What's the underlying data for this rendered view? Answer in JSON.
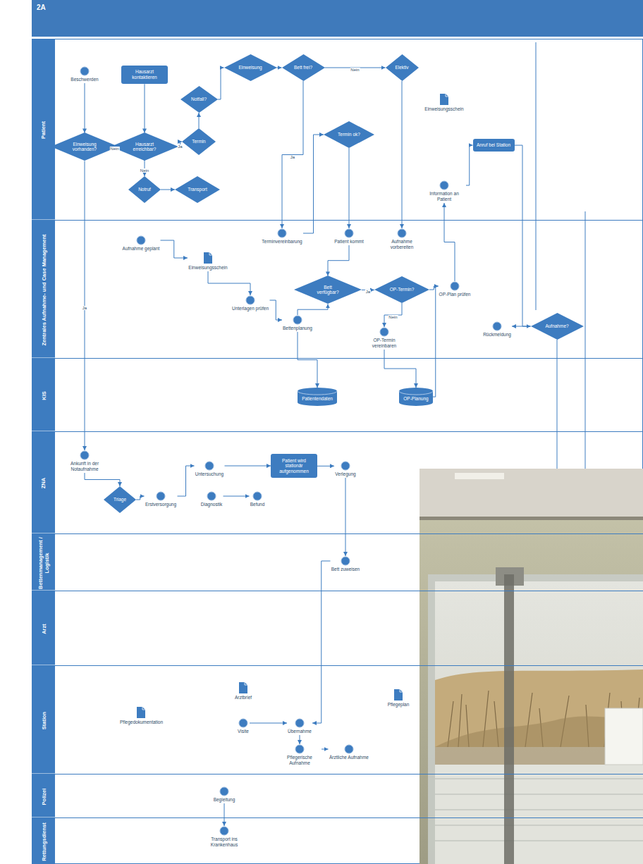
{
  "diagram": {
    "title": "2A",
    "nodes": [
      {
        "text": [
          "Patient"
        ]
      },
      {
        "text": [
          "Beschwerden"
        ],
        "in": 0
      },
      {
        "text": [
          "Einweisung vorhanden?"
        ],
        "in": 0
      },
      {
        "text": [
          "Hausarzt kontaktieren"
        ],
        "in": 0
      },
      {
        "text": [
          "Hausarzt erreichbar?"
        ],
        "in": 0
      },
      {
        "text": [
          "Notfall?"
        ],
        "in": 0
      },
      {
        "text": [
          "Termin"
        ],
        "in": 0
      },
      {
        "text": [
          "Notruf"
        ],
        "in": 0
      },
      {
        "text": [
          "Transport"
        ],
        "in": 0
      },
      {
        "text": [
          "Einweisung"
        ],
        "in": 0
      },
      {
        "text": [
          "Bett frei?"
        ],
        "in": 0
      },
      {
        "text": [
          "Termin ok?"
        ],
        "in": 0
      },
      {
        "text": [
          "Elektiv"
        ],
        "in": 0
      },
      {
        "text": [
          "Einweisungsschein"
        ],
        "in": 0
      },
      {
        "text": [
          "Anruf bei Station"
        ],
        "in": 0
      },
      {
        "text": [
          "Information an Patient"
        ],
        "in": 0
      },
      {
        "text": [
          "Zentrales Aufnahme- und Case Management"
        ]
      },
      {
        "text": [
          "Aufnahme geplant"
        ],
        "in": 16
      },
      {
        "text": [
          "Einweisungsschein"
        ],
        "in": 16
      },
      {
        "text": [
          "Unterlagen prüfen"
        ],
        "in": 16
      },
      {
        "text": [
          "Terminvereinbarung"
        ],
        "in": 16
      },
      {
        "text": [
          "Patient kommt"
        ],
        "in": 16
      },
      {
        "text": [
          "Aufnahme vorbereiten"
        ],
        "in": 16
      },
      {
        "text": [
          "Bett verfügbar?"
        ],
        "in": 16
      },
      {
        "text": [
          "OP-Termin?"
        ],
        "in": 16
      },
      {
        "text": [
          "Bettenplanung"
        ],
        "in": 16
      },
      {
        "text": [
          "OP-Termin vereinbaren"
        ],
        "in": 16
      },
      {
        "text": [
          "OP-Plan prüfen"
        ],
        "in": 16
      },
      {
        "text": [
          "Rückmeldung"
        ],
        "in": 16
      },
      {
        "text": [
          "Aufnahme?"
        ],
        "in": 16
      },
      {
        "text": [
          "KIS"
        ]
      },
      {
        "text": [
          "Patientendaten"
        ],
        "in": 30
      },
      {
        "text": [
          "OP-Planung"
        ],
        "in": 30
      },
      {
        "text": [
          "ZNA"
        ]
      },
      {
        "text": [
          "Ankunft in der Notaufnahme"
        ],
        "in": 33
      },
      {
        "text": [
          "Triage"
        ],
        "in": 33
      },
      {
        "text": [
          "Erstversorgung"
        ],
        "in": 33
      },
      {
        "text": [
          "Untersuchung"
        ],
        "in": 33
      },
      {
        "text": [
          "Diagnostik"
        ],
        "in": 33
      },
      {
        "text": [
          "Befund"
        ],
        "in": 33
      },
      {
        "text": [
          "Patient wird stationär aufgenommen"
        ],
        "in": 33
      },
      {
        "text": [
          "Verlegung"
        ],
        "in": 33
      },
      {
        "text": [
          "Bettenmanagement / Logistik"
        ]
      },
      {
        "text": [
          "Bett zuweisen"
        ],
        "in": 42
      },
      {
        "text": [
          "Arzt"
        ]
      },
      {
        "text": [
          "Station"
        ]
      },
      {
        "text": [
          "Pflegedokumentation"
        ],
        "in": 45
      },
      {
        "text": [
          "Arztbrief"
        ],
        "in": 45
      },
      {
        "text": [
          "Visite"
        ],
        "in": 45
      },
      {
        "text": [
          "Übernahme"
        ],
        "in": 45
      },
      {
        "text": [
          "Pflegerische Aufnahme"
        ],
        "in": 45
      },
      {
        "text": [
          "Ärztliche Aufnahme"
        ],
        "in": 45
      },
      {
        "text": [
          "Pflegeplan"
        ],
        "in": 45
      },
      {
        "text": [
          "Polizei"
        ]
      },
      {
        "text": [
          "Begleitung"
        ],
        "in": 53
      },
      {
        "text": [
          "Rettungsdienst"
        ]
      },
      {
        "text": [
          "Transport ins Krankenhaus"
        ],
        "in": 55
      }
    ],
    "edges": [
      {
        "from": 1,
        "to": 2,
        "arrow": "to"
      },
      {
        "from": 2,
        "to": 4,
        "label": "Nein",
        "arrow": "to"
      },
      {
        "from": 2,
        "to": 34,
        "label": "Ja",
        "arrow": "to"
      },
      {
        "from": 3,
        "to": 4,
        "arrow": "to"
      },
      {
        "from": 4,
        "to": 6,
        "label": "Ja",
        "arrow": "to"
      },
      {
        "from": 4,
        "to": 7,
        "label": "Nein",
        "arrow": "to"
      },
      {
        "from": 6,
        "to": 5,
        "arrow": "to"
      },
      {
        "from": 5,
        "to": 9,
        "arrow": "to"
      },
      {
        "from": 7,
        "to": 8,
        "arrow": "to"
      },
      {
        "from": 9,
        "to": 10,
        "arrow": "to"
      },
      {
        "from": 10,
        "to": 20,
        "label": "Ja",
        "arrow": "to"
      },
      {
        "from": 10,
        "to": 12,
        "label": "Nein",
        "arrow": "to"
      },
      {
        "from": 20,
        "to": 11,
        "arrow": "to"
      },
      {
        "from": 11,
        "to": 21,
        "arrow": "to"
      },
      {
        "from": 12,
        "to": 22,
        "arrow": "to"
      },
      {
        "from": 17,
        "to": 18,
        "arrow": "to"
      },
      {
        "from": 18,
        "to": 19,
        "arrow": "to"
      },
      {
        "from": 21,
        "to": 23,
        "arrow": "to"
      },
      {
        "from": 19,
        "to": 25,
        "arrow": "to"
      },
      {
        "from": 25,
        "to": 23,
        "arrow": "to"
      },
      {
        "from": 23,
        "to": 24,
        "label": "Ja",
        "arrow": "to"
      },
      {
        "from": 24,
        "to": 26,
        "label": "Nein",
        "arrow": "to"
      },
      {
        "from": 24,
        "to": 27,
        "arrow": "to"
      },
      {
        "from": 27,
        "to": 15,
        "arrow": "to"
      },
      {
        "from": 15,
        "to": 14,
        "arrow": "to"
      },
      {
        "from": 14,
        "to": 29,
        "arrow": "to"
      },
      {
        "from": 29,
        "to": 28,
        "arrow": "to"
      },
      {
        "from": 25,
        "to": 31,
        "arrow": "to"
      },
      {
        "from": 26,
        "to": 32,
        "arrow": "to"
      },
      {
        "from": 32,
        "to": 27,
        "arrow": "to"
      },
      {
        "from": 34,
        "to": 35,
        "arrow": "to"
      },
      {
        "from": 35,
        "to": 36,
        "arrow": "to"
      },
      {
        "from": 36,
        "to": 37,
        "arrow": "to"
      },
      {
        "from": 37,
        "to": 40,
        "arrow": "to"
      },
      {
        "from": 38,
        "to": 39,
        "arrow": "to"
      },
      {
        "from": 40,
        "to": 41,
        "arrow": "to"
      },
      {
        "from": 41,
        "to": 43,
        "arrow": "to"
      },
      {
        "from": 43,
        "to": 49,
        "arrow": "to"
      },
      {
        "from": 48,
        "to": 49,
        "arrow": "to"
      },
      {
        "from": 49,
        "to": 50,
        "arrow": "to"
      },
      {
        "from": 50,
        "to": 51,
        "arrow": "to"
      },
      {
        "from": 54,
        "to": 56,
        "arrow": "to"
      }
    ]
  }
}
